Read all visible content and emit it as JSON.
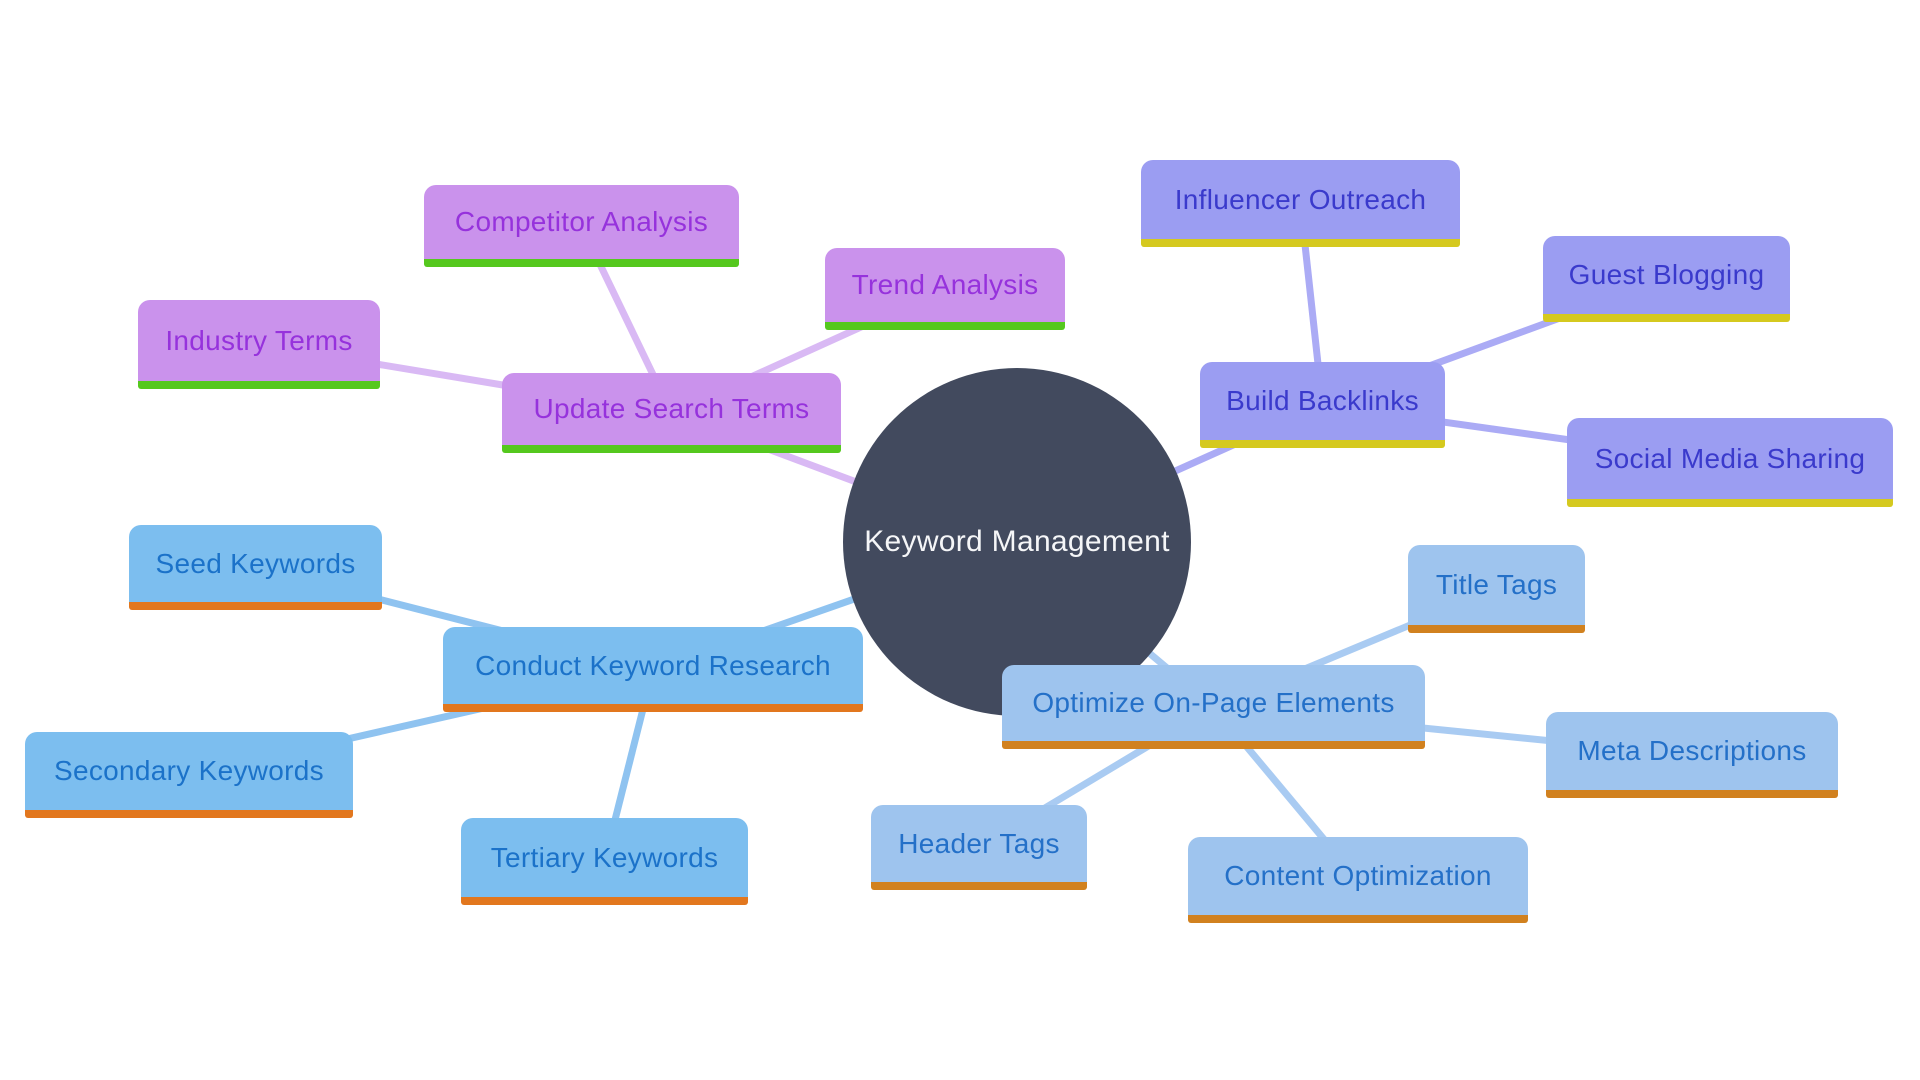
{
  "palette": {
    "background": "#FFFFFF",
    "root_fill": "#424A5E",
    "root_text": "#F5F6F8"
  },
  "mindmap": {
    "root": {
      "label": "Keyword Management"
    },
    "branches": [
      {
        "label": "Update Search Terms",
        "colors": {
          "fill": "#CA92EC",
          "text": "#9632DC",
          "underline": "#55C81E",
          "line": "#D9B9F4"
        },
        "children": [
          {
            "label": "Competitor Analysis"
          },
          {
            "label": "Industry Terms"
          },
          {
            "label": "Trend Analysis"
          }
        ]
      },
      {
        "label": "Build Backlinks",
        "colors": {
          "fill": "#9B9DF2",
          "text": "#3A3ACC",
          "underline": "#D5C91F",
          "line": "#ABABF5"
        },
        "children": [
          {
            "label": "Influencer Outreach"
          },
          {
            "label": "Guest Blogging"
          },
          {
            "label": "Social Media Sharing"
          }
        ]
      },
      {
        "label": "Conduct Keyword Research",
        "colors": {
          "fill": "#7CBEEF",
          "text": "#1B72C9",
          "underline": "#E2771E",
          "line": "#8FC3F0"
        },
        "children": [
          {
            "label": "Seed Keywords"
          },
          {
            "label": "Secondary Keywords"
          },
          {
            "label": "Tertiary Keywords"
          }
        ]
      },
      {
        "label": "Optimize On-Page Elements",
        "colors": {
          "fill": "#9EC4EE",
          "text": "#2470C8",
          "underline": "#D1811F",
          "line": "#A9CBF2"
        },
        "children": [
          {
            "label": "Title Tags"
          },
          {
            "label": "Meta Descriptions"
          },
          {
            "label": "Header Tags"
          },
          {
            "label": "Content Optimization"
          }
        ]
      }
    ]
  }
}
